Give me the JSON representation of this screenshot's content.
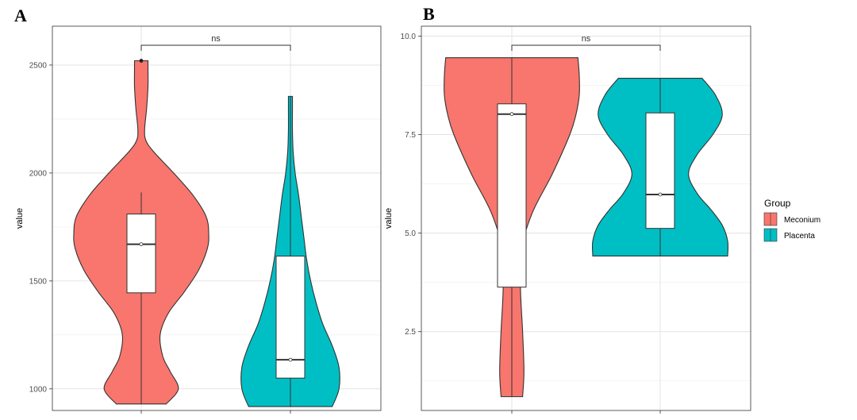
{
  "panels": {
    "A": "A",
    "B": "B"
  },
  "legend": {
    "title": "Group",
    "items": [
      {
        "label": "Meconium",
        "color": "#F8766D"
      },
      {
        "label": "Placenta",
        "color": "#00BFC4"
      }
    ]
  },
  "chart_data": [
    {
      "panel": "A",
      "type": "violin",
      "ylabel": "value",
      "xlabel": "",
      "ylim": [
        900,
        2680
      ],
      "yticks": [
        1000,
        1500,
        2000,
        2500
      ],
      "grid": true,
      "significance": "ns",
      "groups": [
        {
          "name": "Meconium",
          "color": "#F8766D",
          "min": 930,
          "max": 2520,
          "box": {
            "whisker_low": 930,
            "q1": 1445,
            "median": 1670,
            "q3": 1810,
            "whisker_high": 1910,
            "mean": 1670
          },
          "outliers": [
            2520
          ],
          "density": [
            [
              930,
              0.37
            ],
            [
              1000,
              0.55
            ],
            [
              1080,
              0.43
            ],
            [
              1150,
              0.32
            ],
            [
              1250,
              0.28
            ],
            [
              1350,
              0.4
            ],
            [
              1450,
              0.64
            ],
            [
              1550,
              0.85
            ],
            [
              1650,
              0.98
            ],
            [
              1720,
              1.0
            ],
            [
              1800,
              0.96
            ],
            [
              1900,
              0.76
            ],
            [
              2000,
              0.48
            ],
            [
              2100,
              0.18
            ],
            [
              2150,
              0.07
            ],
            [
              2200,
              0.05
            ],
            [
              2300,
              0.08
            ],
            [
              2400,
              0.1
            ],
            [
              2480,
              0.1
            ],
            [
              2520,
              0.1
            ]
          ]
        },
        {
          "name": "Placenta",
          "color": "#00BFC4",
          "min": 918,
          "max": 2355,
          "box": {
            "whisker_low": 918,
            "q1": 1050,
            "median": 1135,
            "q3": 1615,
            "whisker_high": 2355,
            "mean": 1135
          },
          "outliers": [],
          "density": [
            [
              918,
              0.62
            ],
            [
              1000,
              0.72
            ],
            [
              1100,
              0.72
            ],
            [
              1200,
              0.62
            ],
            [
              1300,
              0.48
            ],
            [
              1400,
              0.38
            ],
            [
              1500,
              0.3
            ],
            [
              1600,
              0.24
            ],
            [
              1700,
              0.2
            ],
            [
              1800,
              0.16
            ],
            [
              1900,
              0.12
            ],
            [
              2000,
              0.07
            ],
            [
              2100,
              0.04
            ],
            [
              2200,
              0.03
            ],
            [
              2300,
              0.03
            ],
            [
              2355,
              0.03
            ]
          ]
        }
      ]
    },
    {
      "panel": "B",
      "type": "violin",
      "ylabel": "value",
      "xlabel": "",
      "ylim": [
        0.5,
        10.25
      ],
      "yticks": [
        2.5,
        5.0,
        7.5,
        10.0
      ],
      "yticklabels": [
        "2.5",
        "5.0",
        "7.5",
        "10.0"
      ],
      "grid": true,
      "significance": "ns",
      "groups": [
        {
          "name": "Meconium",
          "color": "#F8766D",
          "min": 0.85,
          "max": 9.45,
          "box": {
            "whisker_low": 0.85,
            "q1": 3.63,
            "median": 8.02,
            "q3": 8.28,
            "whisker_high": 9.45,
            "mean": 8.02
          },
          "outliers": [],
          "density": [
            [
              0.85,
              0.16
            ],
            [
              1.5,
              0.18
            ],
            [
              2.5,
              0.16
            ],
            [
              3.5,
              0.13
            ],
            [
              4.5,
              0.13
            ],
            [
              5.5,
              0.3
            ],
            [
              6.5,
              0.6
            ],
            [
              7.5,
              0.86
            ],
            [
              8.0,
              0.95
            ],
            [
              8.5,
              1.0
            ],
            [
              9.0,
              1.0
            ],
            [
              9.45,
              0.98
            ]
          ]
        },
        {
          "name": "Placenta",
          "color": "#00BFC4",
          "min": 4.42,
          "max": 8.93,
          "box": {
            "whisker_low": 4.42,
            "q1": 5.12,
            "median": 5.98,
            "q3": 8.05,
            "whisker_high": 8.93,
            "mean": 5.98
          },
          "outliers": [],
          "density": [
            [
              4.42,
              1.0
            ],
            [
              4.8,
              1.0
            ],
            [
              5.2,
              0.92
            ],
            [
              5.6,
              0.75
            ],
            [
              6.0,
              0.55
            ],
            [
              6.5,
              0.42
            ],
            [
              7.0,
              0.55
            ],
            [
              7.5,
              0.78
            ],
            [
              8.0,
              0.92
            ],
            [
              8.5,
              0.82
            ],
            [
              8.93,
              0.62
            ]
          ]
        }
      ]
    }
  ]
}
